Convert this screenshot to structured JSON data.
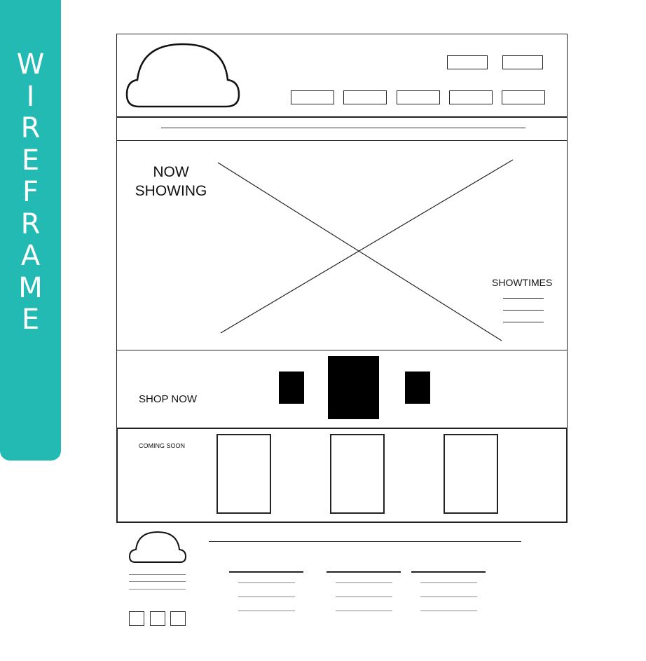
{
  "banner": {
    "letters": [
      "W",
      "I",
      "R",
      "E",
      "F",
      "R",
      "A",
      "M",
      "E"
    ],
    "color": "#23bab4"
  },
  "hero": {
    "title_line1": "NOW",
    "title_line2": "SHOWING",
    "showtimes_label": "SHOWTIMES"
  },
  "shop": {
    "label": "SHOP NOW"
  },
  "coming": {
    "label": "COMING SOON"
  },
  "icons": {
    "logo": "cloud-logo-icon",
    "footer_logo": "cloud-logo-icon",
    "image_placeholder": "crossed-image-placeholder-icon"
  }
}
